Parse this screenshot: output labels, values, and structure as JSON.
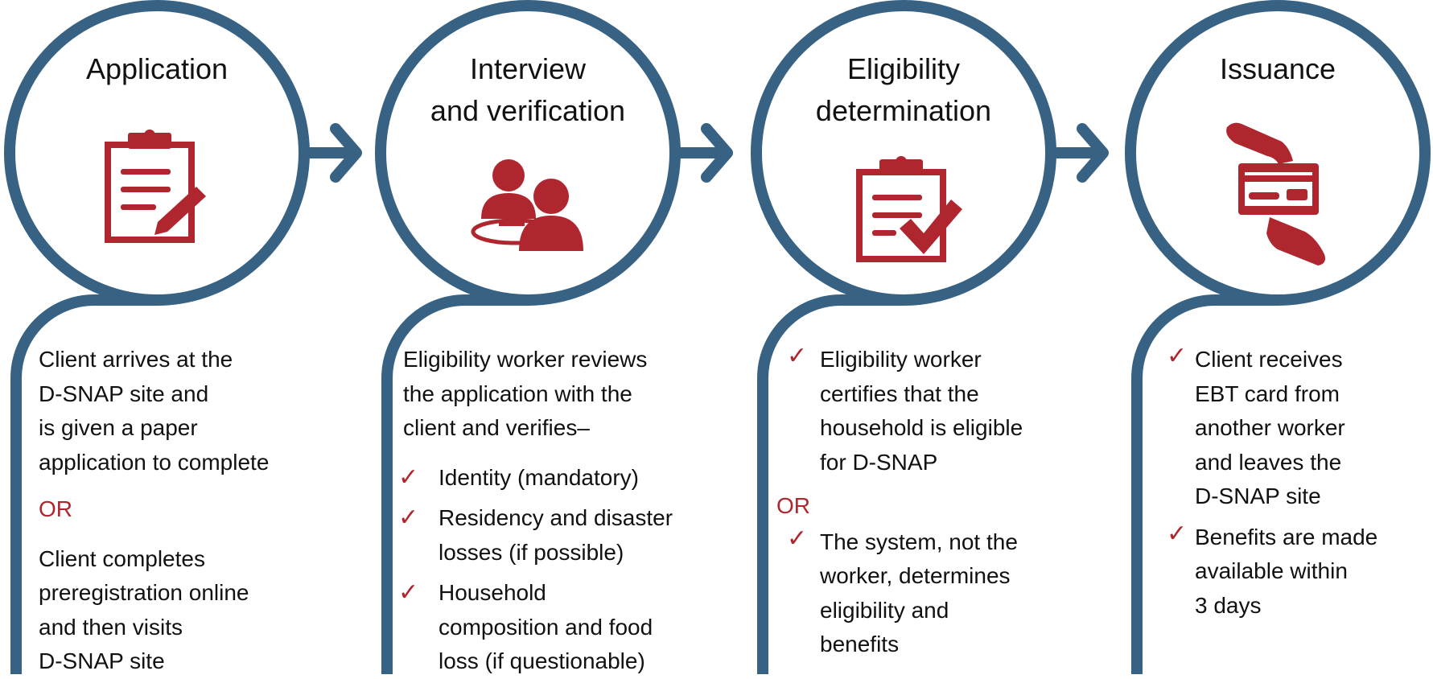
{
  "colors": {
    "ring": "#376283",
    "accent": "#b0262f",
    "text": "#111111"
  },
  "steps": [
    {
      "title": [
        "Application"
      ],
      "icon": "clipboard-pencil-icon",
      "intro": [
        "Client arrives at the",
        "D-SNAP site and",
        "is given a paper",
        "application to complete"
      ],
      "or": "OR",
      "after": [
        "Client completes",
        "preregistration online",
        "and then visits",
        "D-SNAP site"
      ]
    },
    {
      "title": [
        "Interview",
        "and verification"
      ],
      "icon": "people-interview-icon",
      "intro": [
        "Eligibility worker reviews",
        "the application with the",
        "client and verifies–"
      ],
      "checks": [
        [
          "Identity (mandatory)"
        ],
        [
          "Residency and disaster",
          "losses (if possible)"
        ],
        [
          "Household",
          "composition and food",
          "loss (if questionable)"
        ]
      ]
    },
    {
      "title": [
        "Eligibility",
        "determination"
      ],
      "icon": "clipboard-check-icon",
      "checks": [
        [
          "Eligibility worker",
          "certifies that the",
          "household is eligible",
          "for D-SNAP"
        ],
        [
          "The system, not the",
          "worker, determines",
          "eligibility and",
          "benefits"
        ]
      ],
      "or": "OR"
    },
    {
      "title": [
        "Issuance"
      ],
      "icon": "hand-card-icon",
      "checks": [
        [
          "Client receives",
          "EBT card from",
          "another worker",
          "and leaves the",
          "D-SNAP site"
        ],
        [
          "Benefits are made",
          "available within",
          "3 days"
        ]
      ]
    }
  ],
  "check_glyph": "✓"
}
